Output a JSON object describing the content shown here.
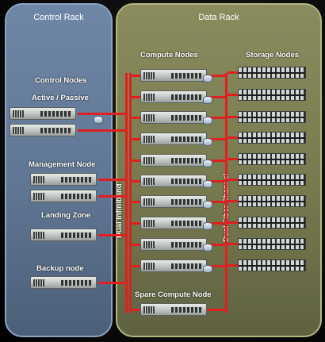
{
  "racks": {
    "control": {
      "title": "Control Rack"
    },
    "data": {
      "title": "Data Rack"
    }
  },
  "labels": {
    "control_nodes": "Control Nodes",
    "active_passive": "Active / Passive",
    "management_node": "Management Node",
    "landing_zone": "Landing Zone",
    "backup_node": "Backup  node",
    "compute_nodes": "Compute Nodes",
    "storage_nodes": "Storage Nodes",
    "spare_compute_node": "Spare  Compute Node",
    "dual_infiniband": "Dual Infiniband",
    "dual_fiber_channel": "Dual Fiber Channel"
  },
  "colors": {
    "connector": "#e02020",
    "control_rack": "#6f87a6",
    "data_rack": "#8a8c5e"
  }
}
